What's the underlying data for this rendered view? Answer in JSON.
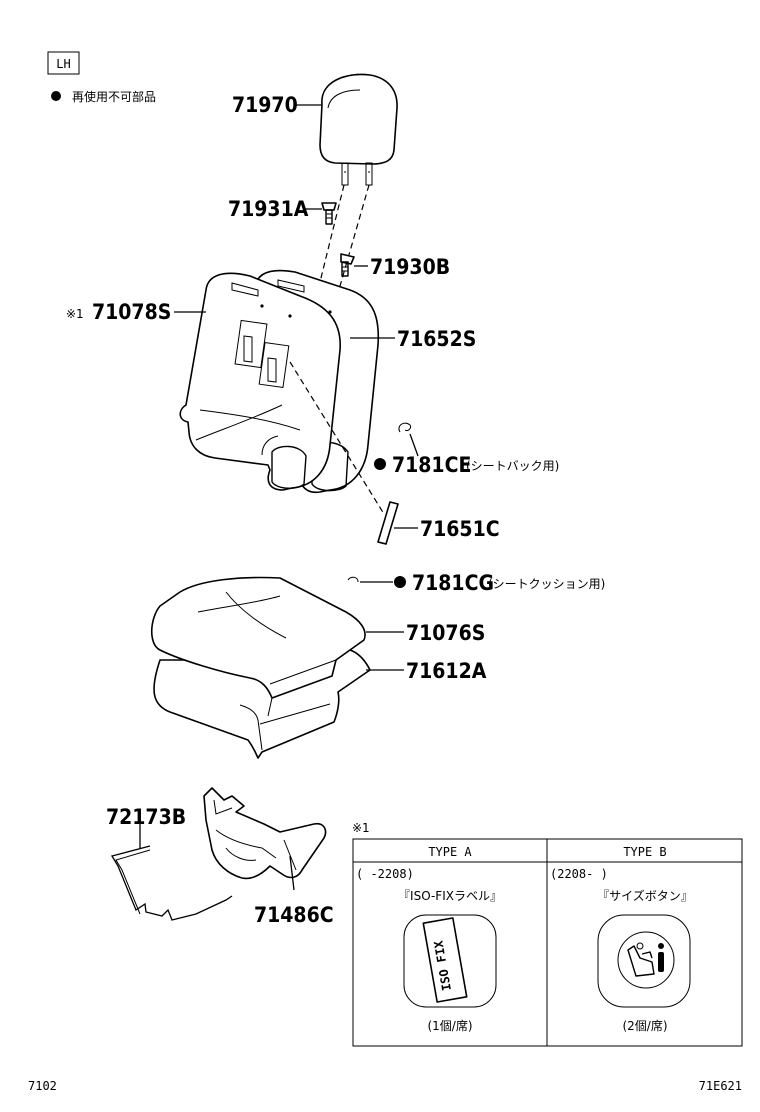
{
  "side_tag": "LH",
  "legend": {
    "symbol": "●",
    "text": "再使用不可部品"
  },
  "parts": {
    "p71970": "71970",
    "p71931A": "71931A",
    "p71930B": "71930B",
    "p71078S": "71078S",
    "p71078S_mark": "※1",
    "p71652S": "71652S",
    "p7181CE": "7181CE",
    "p7181CE_note": "(シートバック用)",
    "p71651C": "71651C",
    "p7181CG": "7181CG",
    "p7181CG_note": "(シートクッション用)",
    "p71076S": "71076S",
    "p71612A": "71612A",
    "p72173B": "72173B",
    "p71486C": "71486C"
  },
  "ref_table": {
    "mark": "※1",
    "type_a": {
      "header": "TYPE A",
      "range": "(    -2208)",
      "label": "『ISO-FIXラベル』",
      "sticker_text": "ISO FIX",
      "qty": "(1個/席)"
    },
    "type_b": {
      "header": "TYPE B",
      "range": "(2208-     )",
      "label": "『サイズボタン』",
      "qty": "(2個/席)"
    }
  },
  "footer": {
    "left": "7102",
    "right": "71E621"
  },
  "icons": [
    "bullet-dot-icon",
    "clip-icon",
    "child-seat-icon"
  ]
}
